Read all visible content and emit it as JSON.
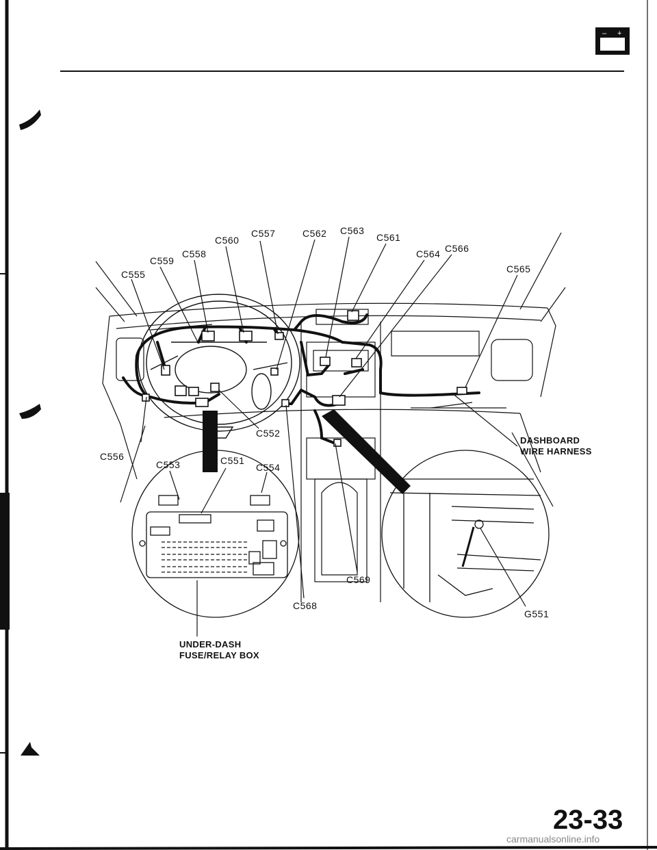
{
  "labels": {
    "c555": "C555",
    "c556": "C556",
    "c557": "C557",
    "c558": "C558",
    "c559": "C559",
    "c560": "C560",
    "c561": "C561",
    "c562": "C562",
    "c563": "C563",
    "c564": "C564",
    "c565": "C565",
    "c566": "C566",
    "c552": "C552",
    "c553": "C553",
    "c551": "C551",
    "c554": "C554",
    "c568": "C568",
    "c569": "C569",
    "g551": "G551",
    "dashboard_harness_line1": "DASHBOARD",
    "dashboard_harness_line2": "WIRE HARNESS",
    "fuse_box_line1": "UNDER-DASH",
    "fuse_box_line2": "FUSE/RELAY BOX"
  },
  "page_number": "23-33",
  "watermark": "carmanualsonline.info",
  "battery_icon": {
    "minus": "–",
    "plus": "+"
  }
}
